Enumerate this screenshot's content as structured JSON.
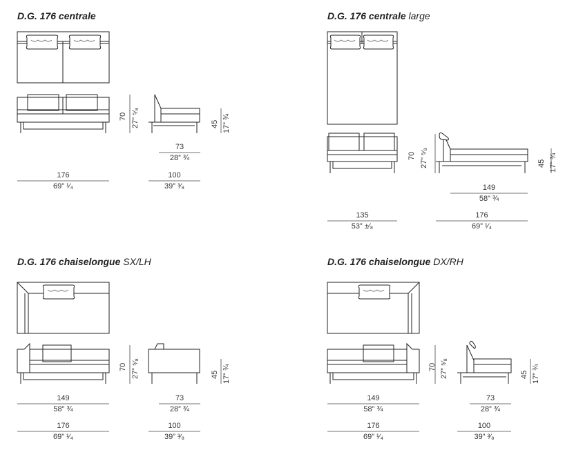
{
  "sections": [
    {
      "id": "centrale",
      "title_main": "D.G. 176 centrale",
      "title_variant": "",
      "width_cm": "176",
      "width_in": "69” ¹⁄₄",
      "depth_cm": "100",
      "depth_in": "39” ³⁄₈",
      "seat_depth_cm": "73",
      "seat_depth_in": "28” ¾",
      "height_cm": "70",
      "height_in": "27” ⁵⁄₈",
      "seat_height_cm": "45",
      "seat_height_in": "17” ¾"
    },
    {
      "id": "centrale-large",
      "title_main": "D.G. 176 centrale",
      "title_variant": "large",
      "width_cm": "135",
      "width_in": "53” ±⁄₈",
      "depth_cm": "176",
      "depth_in": "69” ¹⁄₄",
      "seat_depth_cm": "149",
      "seat_depth_in": "58” ¾",
      "height_cm": "70",
      "height_in": "27” ⁵⁄₈",
      "seat_height_cm": "45",
      "seat_height_in": "17” ¾"
    },
    {
      "id": "chaiselongue-sx",
      "title_main": "D.G. 176 chaiselongue",
      "title_variant": "SX/LH",
      "seat_width_cm": "149",
      "seat_width_in": "58” ¾",
      "width_cm": "176",
      "width_in": "69” ¹⁄₄",
      "seat_depth_cm": "73",
      "seat_depth_in": "28” ¾",
      "depth_cm": "100",
      "depth_in": "39” ³⁄₈",
      "height_cm": "70",
      "height_in": "27” ⁵⁄₈",
      "seat_height_cm": "45",
      "seat_height_in": "17” ¾"
    },
    {
      "id": "chaiselongue-dx",
      "title_main": "D.G. 176 chaiselongue",
      "title_variant": "DX/RH",
      "seat_width_cm": "149",
      "seat_width_in": "58” ¾",
      "width_cm": "176",
      "width_in": "69” ¹⁄₄",
      "seat_depth_cm": "73",
      "seat_depth_in": "28” ¾",
      "depth_cm": "100",
      "depth_in": "39” ³⁄₈",
      "height_cm": "70",
      "height_in": "27” ⁵⁄₈",
      "seat_height_cm": "45",
      "seat_height_in": "17” ¾"
    }
  ]
}
